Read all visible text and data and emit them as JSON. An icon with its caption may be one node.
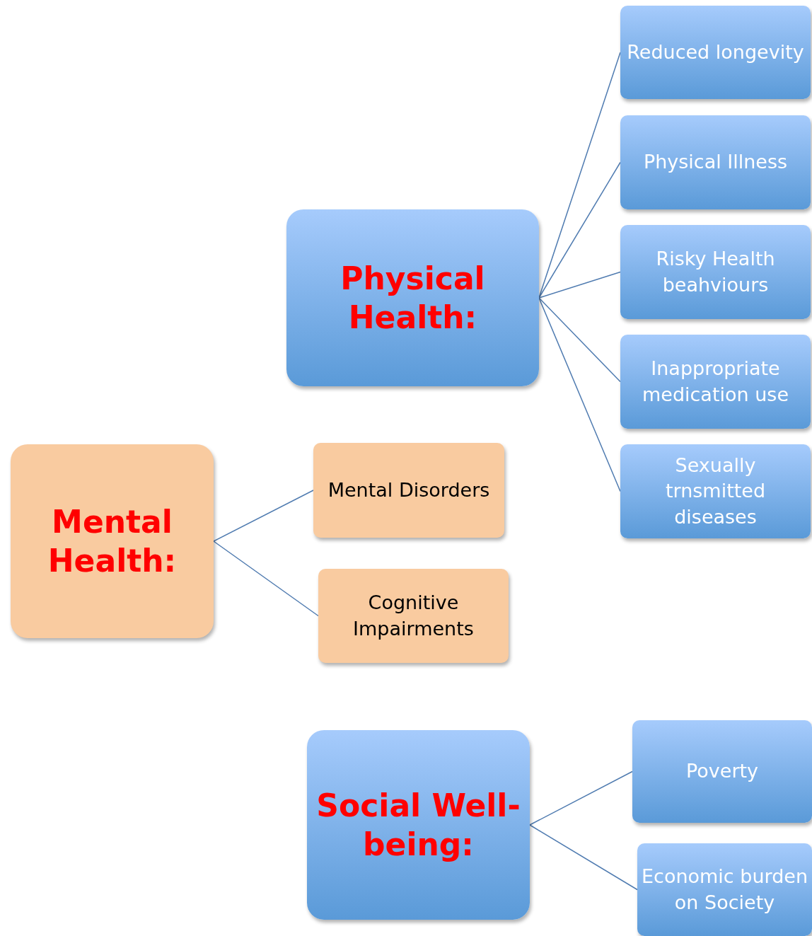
{
  "diagram": {
    "nodes": [
      {
        "text": [
          "Physical Health:"
        ]
      },
      {
        "text": [
          "Reduced longevity"
        ]
      },
      {
        "text": [
          "Physical Illness"
        ]
      },
      {
        "text": [
          "Risky Health beahviours"
        ]
      },
      {
        "text": [
          "Inappropriate medication use"
        ]
      },
      {
        "text": [
          "Sexually trnsmitted diseases"
        ]
      },
      {
        "text": [
          "Mental Health:"
        ]
      },
      {
        "text": [
          "Mental Disorders"
        ]
      },
      {
        "text": [
          "Cognitive Impairments"
        ]
      },
      {
        "text": [
          "Social Well-being:"
        ]
      },
      {
        "text": [
          "Poverty"
        ]
      },
      {
        "text": [
          "Economic burden on Society"
        ]
      }
    ],
    "edges": [
      {
        "from": 0,
        "to": 1,
        "arrow": "none"
      },
      {
        "from": 0,
        "to": 2,
        "arrow": "none"
      },
      {
        "from": 0,
        "to": 3,
        "arrow": "none"
      },
      {
        "from": 0,
        "to": 4,
        "arrow": "none"
      },
      {
        "from": 0,
        "to": 5,
        "arrow": "none"
      },
      {
        "from": 6,
        "to": 7,
        "arrow": "none"
      },
      {
        "from": 6,
        "to": 8,
        "arrow": "none"
      },
      {
        "from": 9,
        "to": 10,
        "arrow": "none"
      },
      {
        "from": 9,
        "to": 11,
        "arrow": "none"
      }
    ]
  }
}
